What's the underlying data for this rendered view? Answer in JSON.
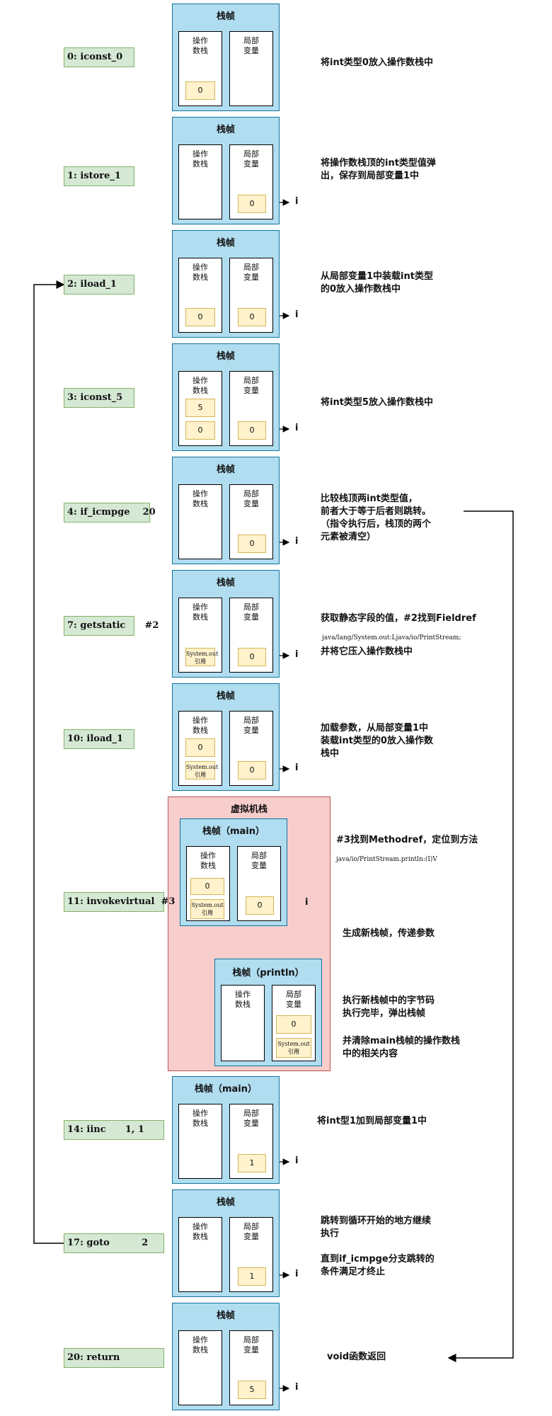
{
  "labels": {
    "frame": "栈帧",
    "frame_main": "栈帧（main）",
    "frame_println": "栈帧（println）",
    "vm_stack": "虚拟机栈",
    "operand_stack": "操作数栈",
    "local_vars": "局部变量",
    "var_i": "i",
    "system_out": "System.out 引用"
  },
  "steps": [
    {
      "instr": "0: iconst_0",
      "desc": [
        "将int类型0放入操作数栈中"
      ],
      "stack": [
        "0"
      ],
      "local": null
    },
    {
      "instr": "1: istore_1",
      "desc": [
        "将操作数栈顶的int类型值弹",
        "出，保存到局部变量1中"
      ],
      "stack": [],
      "local": "0"
    },
    {
      "instr": "2: iload_1",
      "desc": [
        "从局部变量1中装载int类型",
        "的0放入操作数栈中"
      ],
      "stack": [
        "0"
      ],
      "local": "0"
    },
    {
      "instr": "3: iconst_5",
      "desc": [
        "将int类型5放入操作数栈中"
      ],
      "stack": [
        "5",
        "0"
      ],
      "local": "0"
    },
    {
      "instr": "4: if_icmpge    20",
      "desc": [
        "比较栈顶两int类型值，",
        "前者大于等于后者则跳转。",
        "（指令执行后，栈顶的两个",
        "元素被清空）"
      ],
      "stack": [],
      "local": "0"
    },
    {
      "instr": "7: getstatic      #2",
      "desc": [
        "获取静态字段的值，#2找到Fieldref"
      ],
      "desc_sub": "java/lang/System.out:Ljava/io/PrintStream;",
      "desc_after": "并将它压入操作数栈中",
      "stack": [
        "System.out 引用"
      ],
      "local": "0"
    },
    {
      "instr": "10: iload_1",
      "desc": [
        "加载参数，从局部变量1中",
        "装载int类型的0放入操作数",
        "栈中"
      ],
      "stack": [
        "0",
        "System.out 引用"
      ],
      "local": "0"
    },
    {
      "instr": "11: invokevirtual  #3",
      "desc": [
        "#3找到Methodref，定位到方法"
      ],
      "desc_sub": "java/io/PrintStream.println:(I)V",
      "desc_new_frame": "生成新栈帧，传递参数",
      "desc_exec": [
        "执行新栈帧中的字节码",
        "执行完毕，弹出栈帧"
      ],
      "desc_clear": [
        "并清除main栈帧的操作数栈",
        "中的相关内容"
      ],
      "main_stack": [
        "0",
        "System.out 引用"
      ],
      "main_local": "0",
      "println_local": [
        "0",
        "System.out 引用"
      ]
    },
    {
      "instr": "14: iinc      1, 1",
      "desc": [
        "将int型1加到局部变量1中"
      ],
      "stack": [],
      "local": "1"
    },
    {
      "instr": "17: goto          2",
      "desc": [
        "跳转到循环开始的地方继续",
        "执行"
      ],
      "desc_extra": [
        "直到if_icmpge分支跳转的",
        "条件满足才终止"
      ],
      "stack": [],
      "local": "1"
    },
    {
      "instr": "20: return",
      "desc": [
        "void函数返回"
      ],
      "stack": [],
      "local": "5"
    }
  ],
  "colors": {
    "instr_fill": "#d5e8d4",
    "instr_border": "#82b366",
    "frame_fill": "#b1ddf0",
    "frame_border": "#10739e",
    "cell_fill": "#fff2cc",
    "cell_border": "#d6b656",
    "vm_fill": "#f8cecc",
    "vm_border": "#b85450"
  }
}
